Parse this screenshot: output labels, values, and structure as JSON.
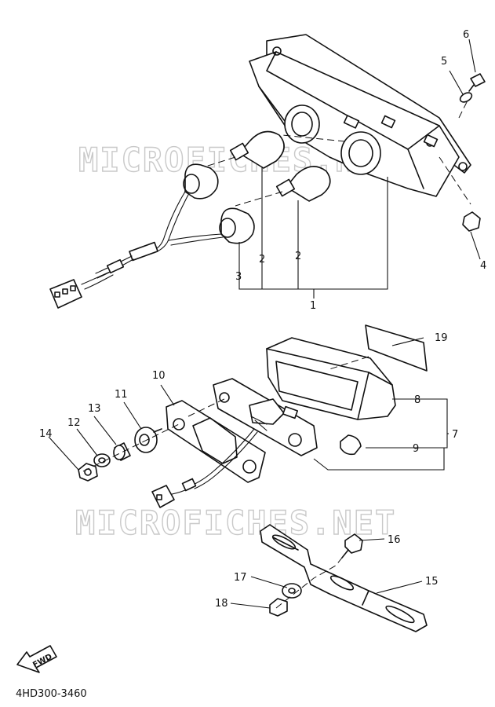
{
  "watermark": "MICROFICHES.NET",
  "diagram_code": "4HD300-3460",
  "fwd_label": "FWD",
  "callouts": {
    "c1": "1",
    "c2a": "2",
    "c2b": "2",
    "c3": "3",
    "c4": "4",
    "c5": "5",
    "c6": "6",
    "c7": "7",
    "c8": "8",
    "c9": "9",
    "c10": "10",
    "c11": "11",
    "c12": "12",
    "c13": "13",
    "c14": "14",
    "c15": "15",
    "c16": "16",
    "c17": "17",
    "c18": "18",
    "c19": "19"
  }
}
